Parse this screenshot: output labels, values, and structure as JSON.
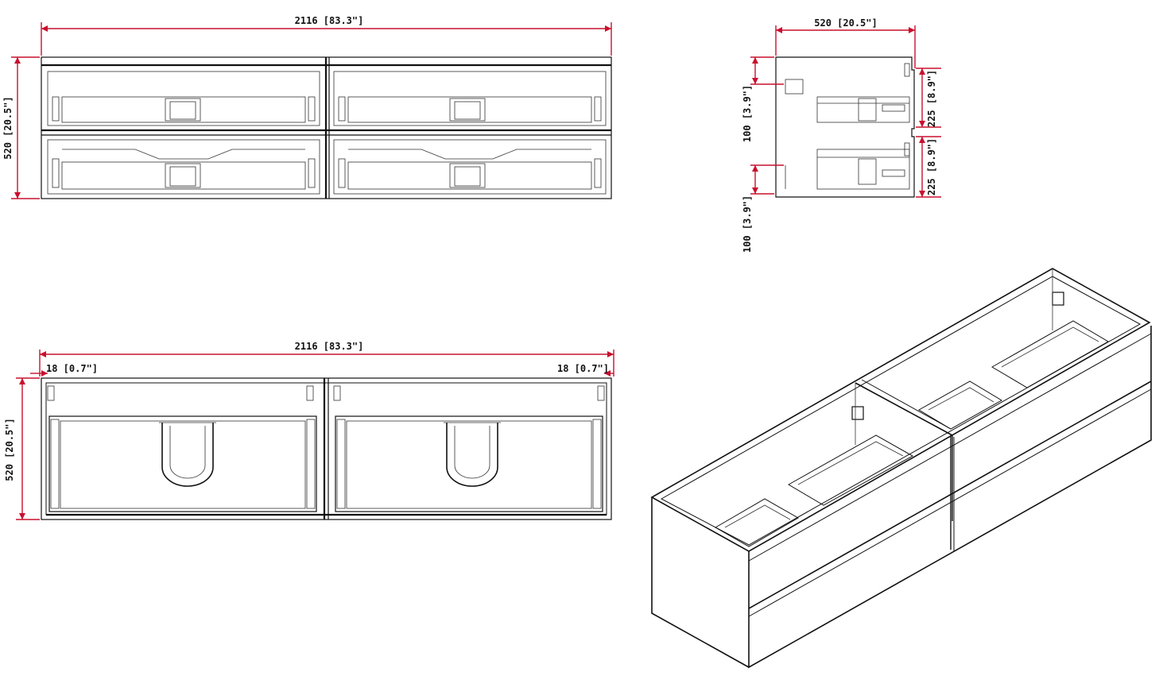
{
  "front_view": {
    "width_label": "2116 [83.3\"]",
    "height_label": "520 [20.5\"]"
  },
  "side_view": {
    "depth_label": "520 [20.5\"]",
    "upper_gap_label": "100 [3.9\"]",
    "lower_gap_label": "100 [3.9\"]",
    "upper_drawer_label": "225 [8.9\"]",
    "lower_drawer_label": "225 [8.9\"]"
  },
  "top_view": {
    "width_label": "2116 [83.3\"]",
    "height_label": "520 [20.5\"]",
    "left_panel_label": "18 [0.7\"]",
    "right_panel_label": "18 [0.7\"]"
  },
  "colors": {
    "dimension_line": "#c8102e",
    "outline": "#111111"
  }
}
